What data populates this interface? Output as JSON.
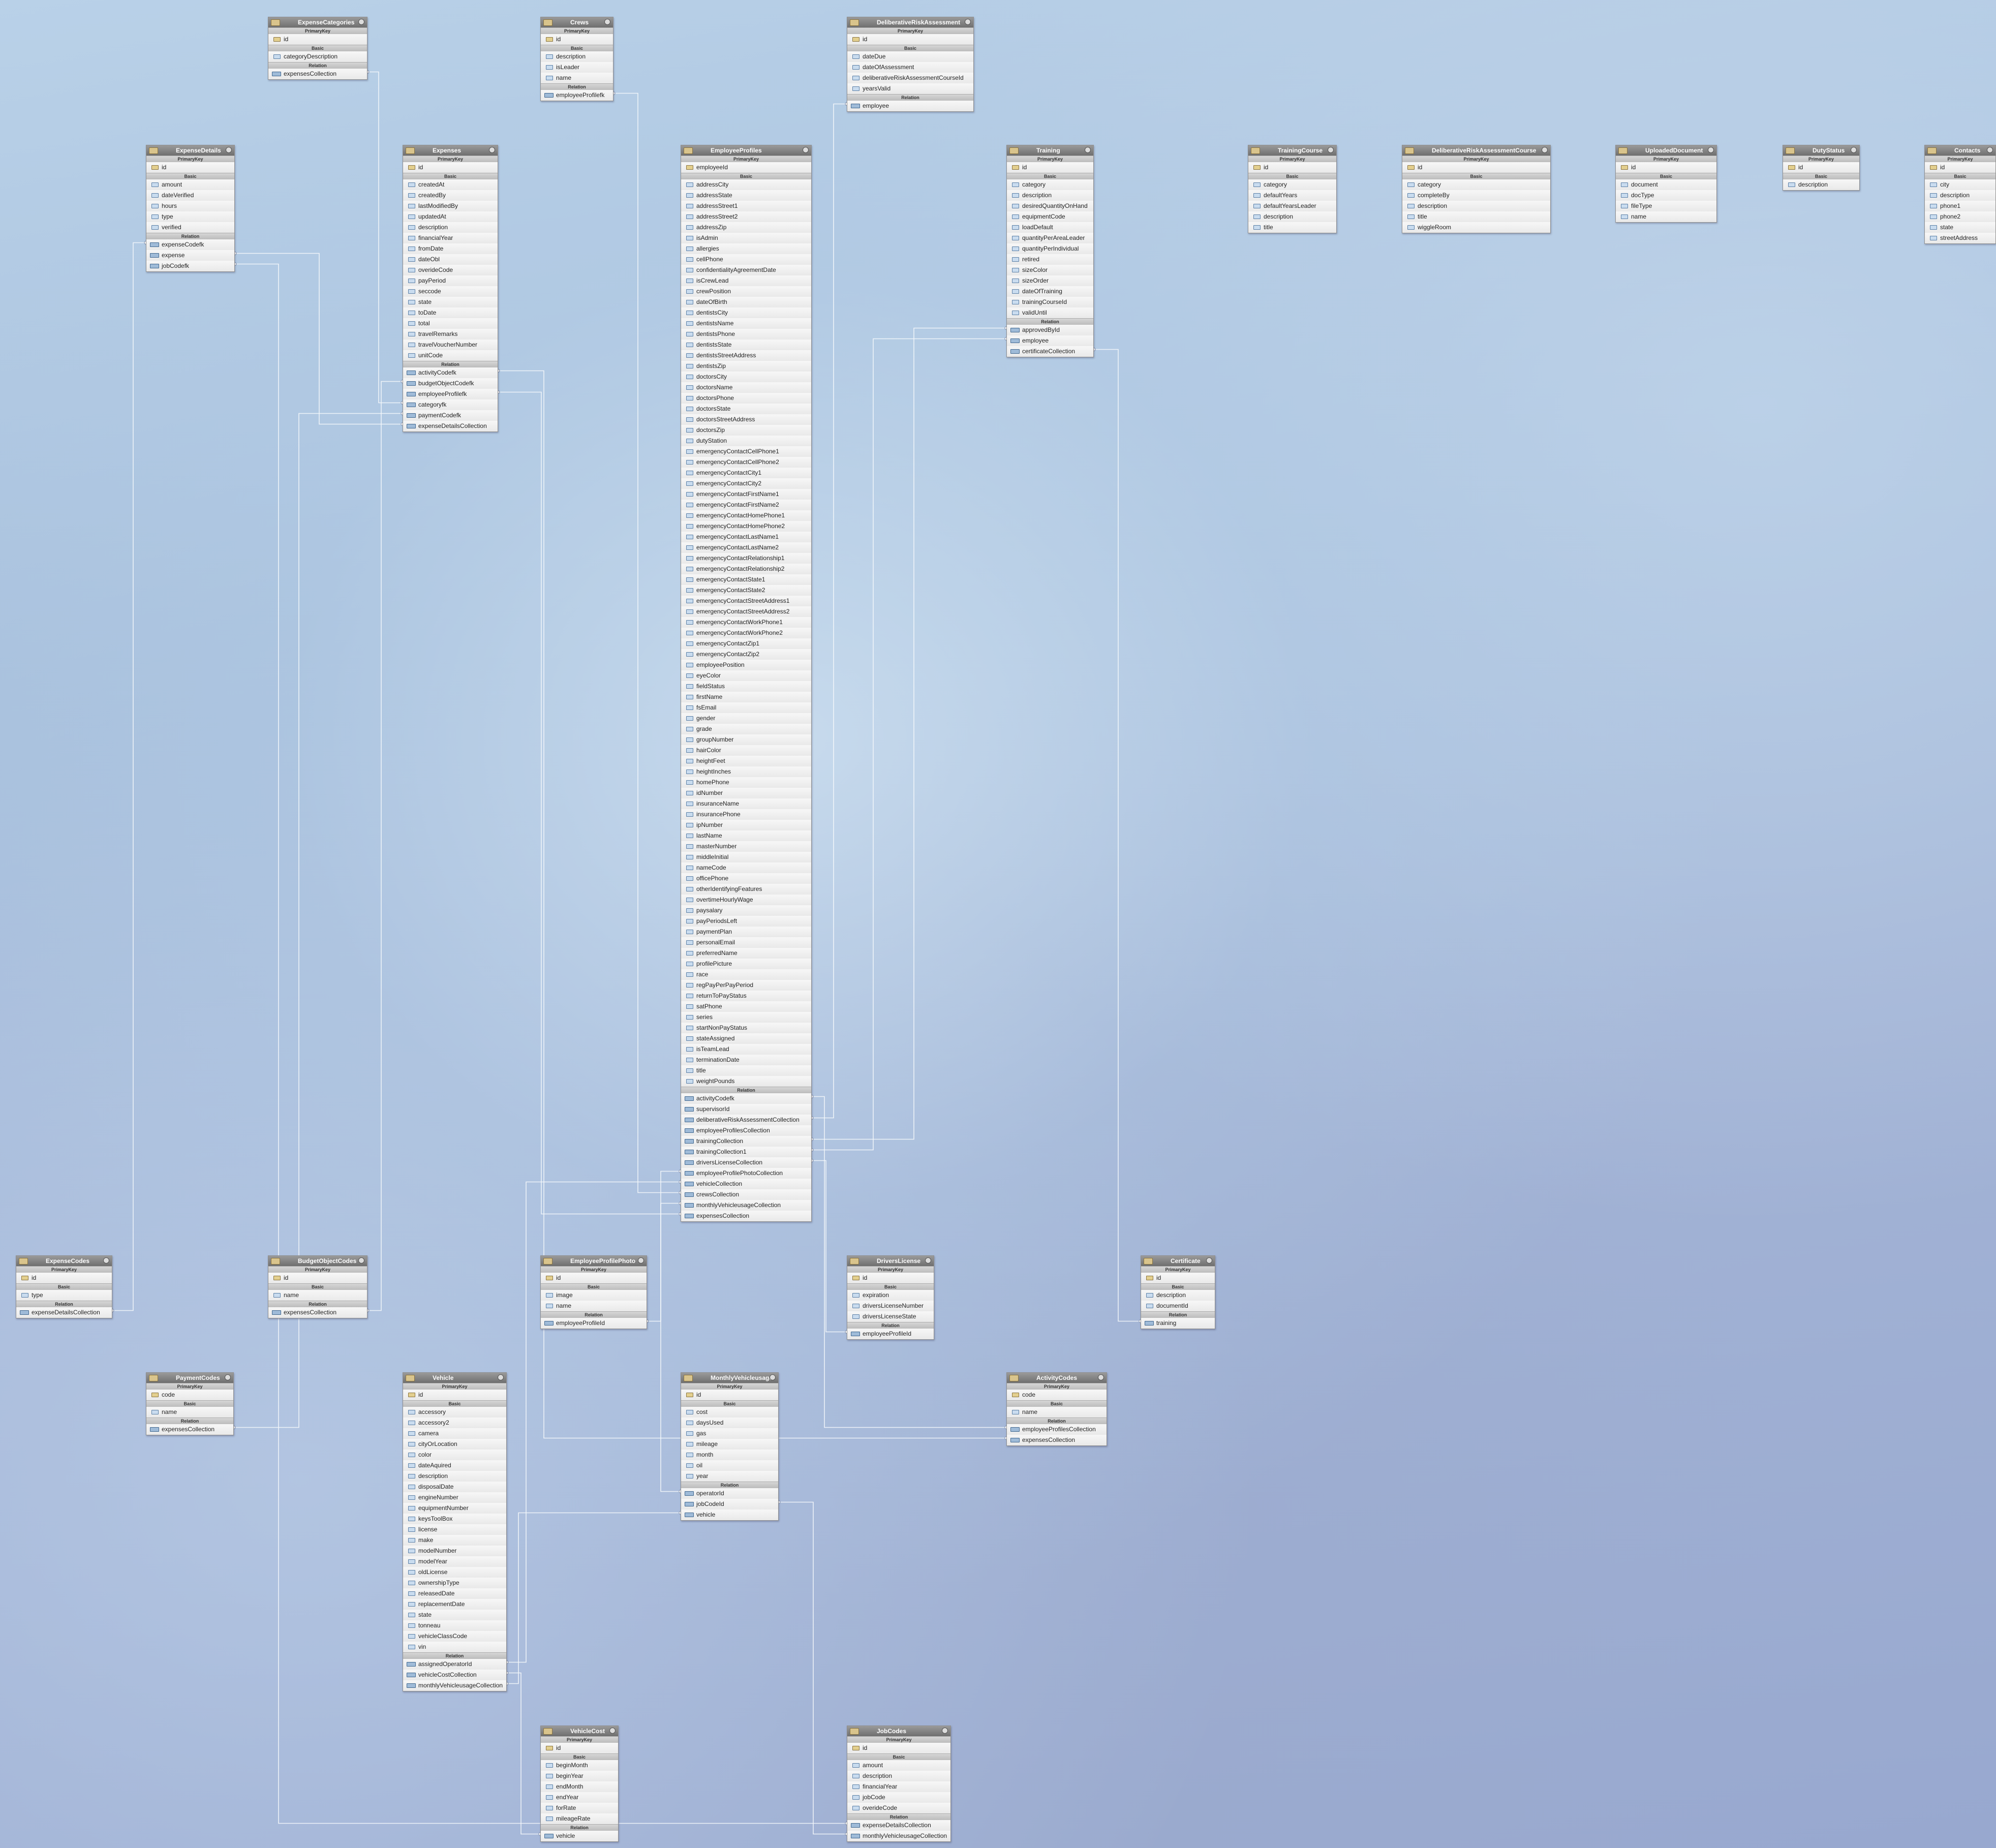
{
  "diagram": {
    "section_labels": {
      "primary": "PrimaryKey",
      "basic": "Basic",
      "relation": "Relation"
    },
    "entities": [
      {
        "name": "ExpenseCategories",
        "pk": [
          "id"
        ],
        "basic": [
          "categoryDescription"
        ],
        "relation": [
          "expensesCollection"
        ]
      },
      {
        "name": "Crews",
        "pk": [
          "id"
        ],
        "basic": [
          "description",
          "isLeader",
          "name"
        ],
        "relation": [
          "employeeProfilefk"
        ]
      },
      {
        "name": "DeliberativeRiskAssessment",
        "pk": [
          "id"
        ],
        "basic": [
          "dateDue",
          "dateOfAssessment",
          "deliberativeRiskAssessmentCourseId",
          "yearsValid"
        ],
        "relation": [
          "employee"
        ]
      },
      {
        "name": "ExpenseDetails",
        "pk": [
          "id"
        ],
        "basic": [
          "amount",
          "dateVerified",
          "hours",
          "type",
          "verified"
        ],
        "relation": [
          "expenseCodefk",
          "expense",
          "jobCodefk"
        ]
      },
      {
        "name": "Expenses",
        "pk": [
          "id"
        ],
        "basic": [
          "createdAt",
          "createdBy",
          "lastModifiedBy",
          "updatedAt",
          "description",
          "financialYear",
          "fromDate",
          "dateObl",
          "overideCode",
          "payPeriod",
          "seccode",
          "state",
          "toDate",
          "total",
          "travelRemarks",
          "travelVoucherNumber",
          "unitCode"
        ],
        "relation": [
          "activityCodefk",
          "budgetObjectCodefk",
          "employeeProfilefk",
          "categoryfk",
          "paymentCodefk",
          "expenseDetailsCollection"
        ]
      },
      {
        "name": "EmployeeProfiles",
        "pk": [
          "employeeId"
        ],
        "basic": [
          "addressCity",
          "addressState",
          "addressStreet1",
          "addressStreet2",
          "addressZip",
          "isAdmin",
          "allergies",
          "cellPhone",
          "confidentialityAgreementDate",
          "isCrewLead",
          "crewPosition",
          "dateOfBirth",
          "dentistsCity",
          "dentistsName",
          "dentistsPhone",
          "dentistsState",
          "dentistsStreetAddress",
          "dentistsZip",
          "doctorsCity",
          "doctorsName",
          "doctorsPhone",
          "doctorsState",
          "doctorsStreetAddress",
          "doctorsZip",
          "dutyStation",
          "emergencyContactCellPhone1",
          "emergencyContactCellPhone2",
          "emergencyContactCity1",
          "emergencyContactCity2",
          "emergencyContactFirstName1",
          "emergencyContactFirstName2",
          "emergencyContactHomePhone1",
          "emergencyContactHomePhone2",
          "emergencyContactLastName1",
          "emergencyContactLastName2",
          "emergencyContactRelationship1",
          "emergencyContactRelationship2",
          "emergencyContactState1",
          "emergencyContactState2",
          "emergencyContactStreetAddress1",
          "emergencyContactStreetAddress2",
          "emergencyContactWorkPhone1",
          "emergencyContactWorkPhone2",
          "emergencyContactZip1",
          "emergencyContactZip2",
          "employeePosition",
          "eyeColor",
          "fieldStatus",
          "firstName",
          "fsEmail",
          "gender",
          "grade",
          "groupNumber",
          "hairColor",
          "heightFeet",
          "heightInches",
          "homePhone",
          "idNumber",
          "insuranceName",
          "insurancePhone",
          "ipNumber",
          "lastName",
          "masterNumber",
          "middleInitial",
          "nameCode",
          "officePhone",
          "otherIdentifyingFeatures",
          "overtimeHourlyWage",
          "paysalary",
          "payPeriodsLeft",
          "paymentPlan",
          "personalEmail",
          "preferredName",
          "profilePicture",
          "race",
          "regPayPerPayPeriod",
          "returnToPayStatus",
          "satPhone",
          "series",
          "startNonPayStatus",
          "stateAssigned",
          "isTeamLead",
          "terminationDate",
          "title",
          "weightPounds"
        ],
        "relation": [
          "activityCodefk",
          "supervisorId",
          "deliberativeRiskAssessmentCollection",
          "employeeProfilesCollection",
          "trainingCollection",
          "trainingCollection1",
          "driversLicenseCollection",
          "employeeProfilePhotoCollection",
          "vehicleCollection",
          "crewsCollection",
          "monthlyVehicleusageCollection",
          "expensesCollection"
        ]
      },
      {
        "name": "Training",
        "pk": [
          "id"
        ],
        "basic": [
          "category",
          "description",
          "desiredQuantityOnHand",
          "equipmentCode",
          "loadDefault",
          "quantityPerAreaLeader",
          "quantityPerIndividual",
          "retired",
          "sizeColor",
          "sizeOrder",
          "dateOfTraining",
          "trainingCourseId",
          "validUntil"
        ],
        "relation": [
          "approvedById",
          "employee",
          "certificateCollection"
        ]
      },
      {
        "name": "TrainingCourse",
        "pk": [
          "id"
        ],
        "basic": [
          "category",
          "defaultYears",
          "defaultYearsLeader",
          "description",
          "title"
        ],
        "relation": []
      },
      {
        "name": "DeliberativeRiskAssessmentCourse",
        "pk": [
          "id"
        ],
        "basic": [
          "category",
          "completeBy",
          "description",
          "title",
          "wiggleRoom"
        ],
        "relation": []
      },
      {
        "name": "UploadedDocument",
        "pk": [
          "id"
        ],
        "basic": [
          "document",
          "docType",
          "fileType",
          "name"
        ],
        "relation": []
      },
      {
        "name": "DutyStatus",
        "pk": [
          "id"
        ],
        "basic": [
          "description"
        ],
        "relation": []
      },
      {
        "name": "Contacts",
        "pk": [
          "id"
        ],
        "basic": [
          "city",
          "description",
          "phone1",
          "phone2",
          "state",
          "streetAddress"
        ],
        "relation": []
      },
      {
        "name": "ExpenseCodes",
        "pk": [
          "id"
        ],
        "basic": [
          "type"
        ],
        "relation": [
          "expenseDetailsCollection"
        ]
      },
      {
        "name": "BudgetObjectCodes",
        "pk": [
          "id"
        ],
        "basic": [
          "name"
        ],
        "relation": [
          "expensesCollection"
        ]
      },
      {
        "name": "EmployeeProfilePhoto",
        "pk": [
          "id"
        ],
        "basic": [
          "image",
          "name"
        ],
        "relation": [
          "employeeProfileId"
        ]
      },
      {
        "name": "DriversLicense",
        "pk": [
          "id"
        ],
        "basic": [
          "expiration",
          "driversLicenseNumber",
          "driversLicenseState"
        ],
        "relation": [
          "employeeProfileId"
        ]
      },
      {
        "name": "Certificate",
        "pk": [
          "id"
        ],
        "basic": [
          "description",
          "documentId"
        ],
        "relation": [
          "training"
        ]
      },
      {
        "name": "PaymentCodes",
        "pk": [
          "code"
        ],
        "basic": [
          "name"
        ],
        "relation": [
          "expensesCollection"
        ]
      },
      {
        "name": "Vehicle",
        "pk": [
          "id"
        ],
        "basic": [
          "accessory",
          "accessory2",
          "camera",
          "cityOrLocation",
          "color",
          "dateAquired",
          "description",
          "disposalDate",
          "engineNumber",
          "equipmentNumber",
          "keysToolBox",
          "license",
          "make",
          "modelNumber",
          "modelYear",
          "oldLicense",
          "ownershipType",
          "releasedDate",
          "replacementDate",
          "state",
          "tonneau",
          "vehicleClassCode",
          "vin"
        ],
        "relation": [
          "assignedOperatorId",
          "vehicleCostCollection",
          "monthlyVehicleusageCollection"
        ]
      },
      {
        "name": "MonthlyVehicleusage",
        "pk": [
          "id"
        ],
        "basic": [
          "cost",
          "daysUsed",
          "gas",
          "mileage",
          "month",
          "oil",
          "year"
        ],
        "relation": [
          "operatorId",
          "jobCodeId",
          "vehicle"
        ]
      },
      {
        "name": "ActivityCodes",
        "pk": [
          "code"
        ],
        "basic": [
          "name"
        ],
        "relation": [
          "employeeProfilesCollection",
          "expensesCollection"
        ]
      },
      {
        "name": "VehicleCost",
        "pk": [
          "id"
        ],
        "basic": [
          "beginMonth",
          "beginYear",
          "endMonth",
          "endYear",
          "forRate",
          "mileageRate"
        ],
        "relation": [
          "vehicle"
        ]
      },
      {
        "name": "JobCodes",
        "pk": [
          "id"
        ],
        "basic": [
          "amount",
          "description",
          "financialYear",
          "jobCode",
          "overideCode"
        ],
        "relation": [
          "expenseDetailsCollection",
          "monthlyVehicleusageCollection"
        ]
      }
    ]
  }
}
